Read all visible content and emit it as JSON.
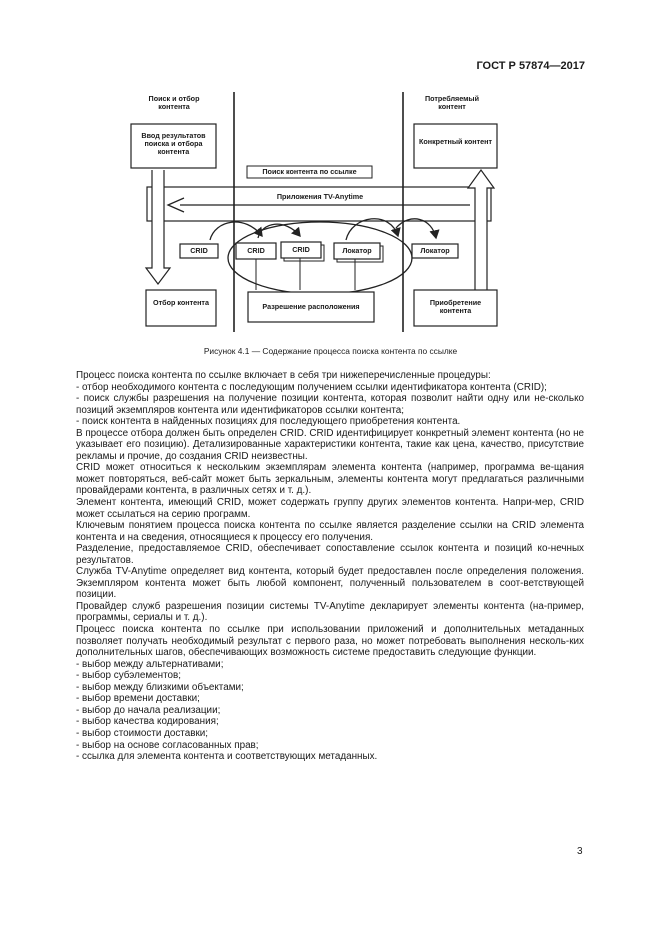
{
  "header": {
    "doc_id": "ГОСТ Р 57874—2017"
  },
  "figure": {
    "col_left_title": "Поиск и отбор контента",
    "col_right_title": "Потребляемый контент",
    "box_input_results": "Ввод результатов поиска и отбора контента",
    "box_concrete_content": "Конкретный контент",
    "box_search_by_ref": "Поиск контента по ссылке",
    "bar_applications": "Приложения TV-Anytime",
    "crid_1": "CRID",
    "crid_2": "CRID",
    "crid_3": "CRID",
    "locator_1": "Локатор",
    "locator_2": "Локатор",
    "box_content_selection": "Отбор контента",
    "box_location_resolution": "Разрешение расположения",
    "box_content_acquisition": "Приобретение контента"
  },
  "caption": "Рисунок 4.1 — Содержание процесса поиска контента по ссылке",
  "paragraphs": [
    "Процесс поиска контента по ссылке включает в себя три нижеперечисленные процедуры:",
    "- отбор необходимого контента с последующим получением ссылки идентификатора контента (CRID);",
    "- поиск службы разрешения на получение позиции контента, которая позволит найти одну или не-сколько позиций экземпляров контента или идентификаторов ссылки контента;",
    "- поиск контента в найденных позициях для последующего приобретения контента.",
    "В процессе отбора должен быть определен CRID. CRID идентифицирует конкретный элемент контента (но не указывает его позицию). Детализированные характеристики контента, такие как цена, качество, присутствие рекламы и прочие, до создания CRID неизвестны.",
    "CRID может относиться к нескольким экземплярам элемента контента (например, программа ве-щания может повторяться, веб-сайт может быть зеркальным, элементы контента могут предлагаться различными провайдерами контента, в различных сетях и т. д.).",
    "Элемент контента, имеющий CRID, может содержать группу других элементов контента. Напри-мер, CRID может ссылаться на серию программ.",
    "Ключевым понятием процесса поиска контента по ссылке является разделение ссылки на CRID элемента контента и на сведения, относящиеся к процессу его получения.",
    "Разделение, предоставляемое CRID, обеспечивает сопоставление ссылок контента и позиций ко-нечных результатов.",
    "Служба TV-Anytime определяет вид контента, который будет предоставлен после определения положения. Экземпляром контента может быть любой компонент, полученный пользователем в соот-ветствующей позиции.",
    "Провайдер служб разрешения позиции системы TV-Anytime декларирует элементы контента (на-пример, программы, сериалы и т. д.).",
    "Процесс поиска контента по ссылке при использовании приложений и дополнительных метаданных позволяет получать необходимый результат с первого раза, но может потребовать выполнения несколь-ких дополнительных шагов, обеспечивающих возможность системе предоставить следующие функции.",
    "- выбор между альтернативами;",
    "- выбор субэлементов;",
    "- выбор между близкими объектами;",
    "- выбор времени доставки;",
    "- выбор до начала реализации;",
    "- выбор качества кодирования;",
    "- выбор стоимости доставки;",
    "- выбор на основе согласованных прав;",
    "- ссылка для элемента контента и соответствующих метаданных."
  ],
  "page_number": "3"
}
